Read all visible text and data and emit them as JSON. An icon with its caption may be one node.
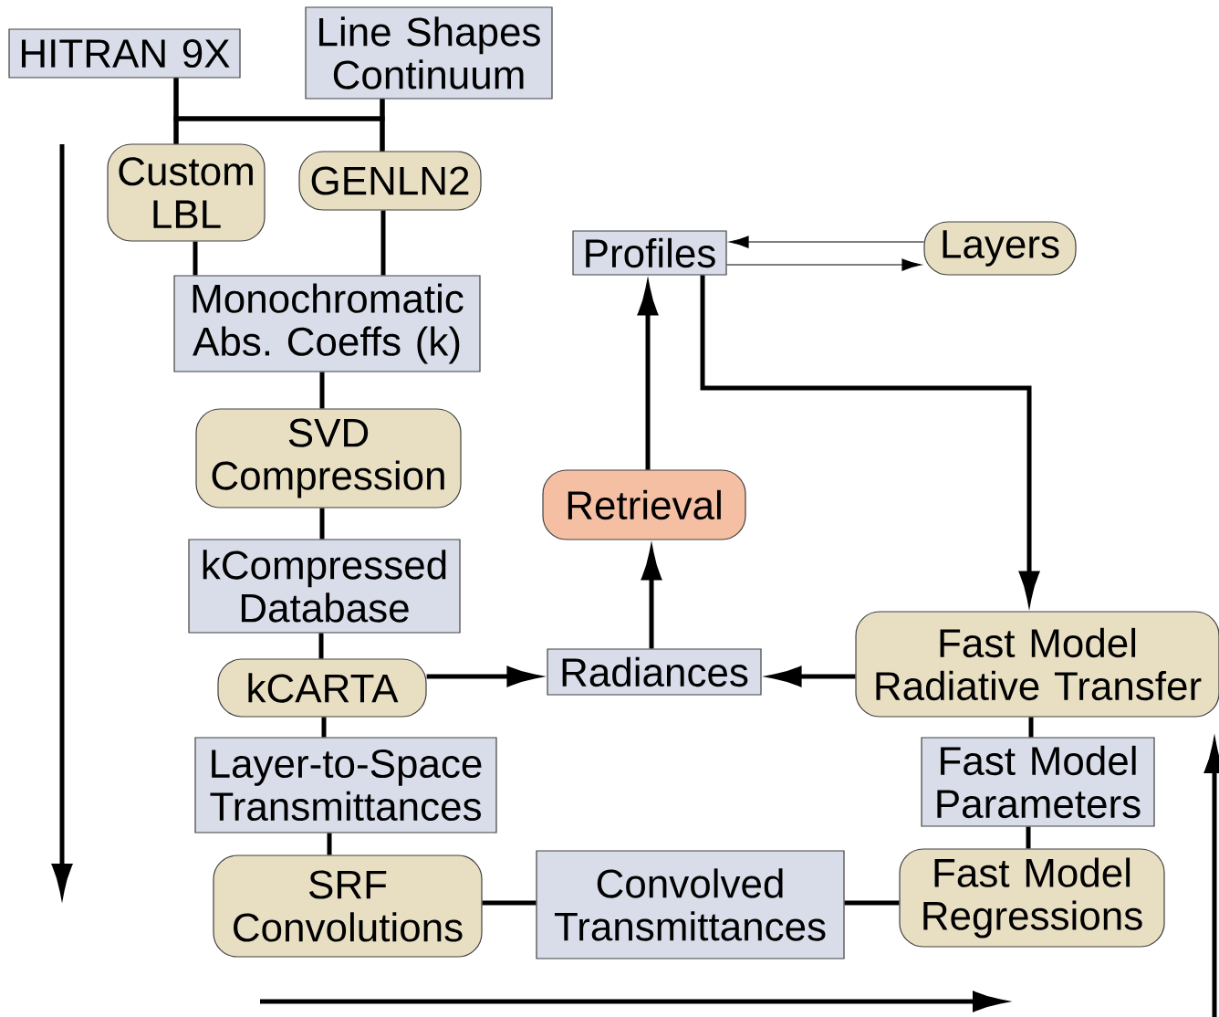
{
  "diagram": {
    "nodes": [
      {
        "text": [
          "HITRAN 9X"
        ]
      },
      {
        "text": [
          "Line Shapes Continuum"
        ]
      },
      {
        "text": [
          "Custom LBL"
        ]
      },
      {
        "text": [
          "GENLN2"
        ]
      },
      {
        "text": [
          "Profiles"
        ]
      },
      {
        "text": [
          "Layers"
        ]
      },
      {
        "text": [
          "Monochromatic Abs. Coeffs (k)"
        ]
      },
      {
        "text": [
          "SVD Compression"
        ]
      },
      {
        "text": [
          "Retrieval"
        ]
      },
      {
        "text": [
          "kCompressed Database"
        ]
      },
      {
        "text": [
          "Fast Model Radiative Transfer"
        ]
      },
      {
        "text": [
          "kCARTA"
        ]
      },
      {
        "text": [
          "Radiances"
        ]
      },
      {
        "text": [
          "Layer-to-Space Transmittances"
        ]
      },
      {
        "text": [
          "Fast Model Parameters"
        ]
      },
      {
        "text": [
          "SRF Convolutions"
        ]
      },
      {
        "text": [
          "Convolved Transmittances"
        ]
      },
      {
        "text": [
          "Fast Model Regressions"
        ]
      }
    ],
    "edges": [
      {
        "from": 0,
        "to": 2,
        "arrow": "none"
      },
      {
        "from": 0,
        "to": 3,
        "arrow": "none"
      },
      {
        "from": 1,
        "to": 2,
        "arrow": "none"
      },
      {
        "from": 1,
        "to": 3,
        "arrow": "none"
      },
      {
        "from": 2,
        "to": 6,
        "arrow": "none"
      },
      {
        "from": 3,
        "to": 6,
        "arrow": "none"
      },
      {
        "from": 6,
        "to": 7,
        "arrow": "none"
      },
      {
        "from": 7,
        "to": 9,
        "arrow": "none"
      },
      {
        "from": 9,
        "to": 11,
        "arrow": "none"
      },
      {
        "from": 11,
        "to": 13,
        "arrow": "none"
      },
      {
        "from": 13,
        "to": 15,
        "arrow": "none"
      },
      {
        "from": 15,
        "to": 16,
        "arrow": "none"
      },
      {
        "from": 16,
        "to": 17,
        "arrow": "none"
      },
      {
        "from": 17,
        "to": 14,
        "arrow": "none"
      },
      {
        "from": 14,
        "to": 10,
        "arrow": "none"
      },
      {
        "from": 11,
        "to": 12,
        "arrow": "to"
      },
      {
        "from": 10,
        "to": 12,
        "arrow": "to"
      },
      {
        "from": 12,
        "to": 8,
        "arrow": "to"
      },
      {
        "from": 8,
        "to": 4,
        "arrow": "to"
      },
      {
        "from": 4,
        "to": 10,
        "arrow": "to"
      },
      {
        "from": 5,
        "to": 4,
        "arrow": "to"
      },
      {
        "from": 4,
        "to": 5,
        "arrow": "to"
      }
    ]
  }
}
